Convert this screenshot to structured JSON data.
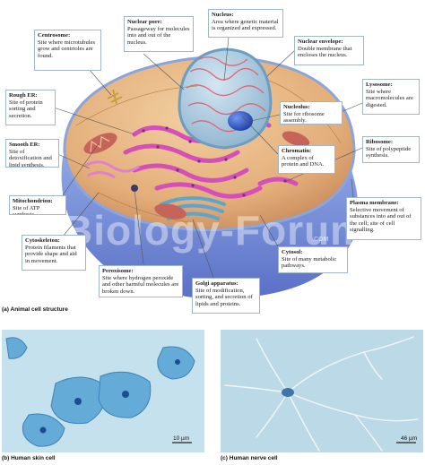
{
  "labels": {
    "centrosome": {
      "title": "Centrosome:",
      "text": "Site where microtubules grow and centrioles are found."
    },
    "nuclear_pore": {
      "title": "Nuclear pore:",
      "text": "Passageway for molecules into and out of the nucleus."
    },
    "nucleus": {
      "title": "Nucleus:",
      "text": "Area where genetic material is organized and expressed."
    },
    "nuclear_envelope": {
      "title": "Nuclear envelope:",
      "text": "Double membrane that encloses the nucleus."
    },
    "rough_er": {
      "title": "Rough ER:",
      "text": "Site of protein sorting and secretion."
    },
    "lysosome": {
      "title": "Lysosome:",
      "text": "Site where macromolecules are digested."
    },
    "nucleolus": {
      "title": "Nucleolus:",
      "text": "Site for ribosome assembly."
    },
    "smooth_er": {
      "title": "Smooth ER:",
      "text": "Site of detoxification and lipid synthesis."
    },
    "chromatin": {
      "title": "Chromatin:",
      "text": "A complex of protein and DNA."
    },
    "ribosome": {
      "title": "Ribosome:",
      "text": "Site of polypeptide synthesis."
    },
    "mitochondrion": {
      "title": "Mitochondrion:",
      "text": "Site of ATP synthesis."
    },
    "plasma_membrane": {
      "title": "Plasma membrane:",
      "text": "Selective movement of substances into and out of the cell; site of cell signalling."
    },
    "cytoskeleton": {
      "title": "Cytoskeleton:",
      "text": "Protein filaments that provide shape and aid in movement."
    },
    "cytosol": {
      "title": "Cytosol:",
      "text": "Site of many metabolic pathways."
    },
    "peroxisome": {
      "title": "Peroxisome:",
      "text": "Site where hydrogen peroxide and other harmful molecules are broken down."
    },
    "golgi": {
      "title": "Golgi apparatus:",
      "text": "Site of modification, sorting, and secretion of lipids and proteins."
    }
  },
  "captions": {
    "a": "(a) Animal cell structure",
    "b": "(b) Human skin cell",
    "c": "(c) Human nerve cell"
  },
  "scale_bars": {
    "skin": "10 µm",
    "nerve": "46 µm"
  },
  "watermark": {
    "main": "Biology-Forums",
    "sub": ".COM"
  },
  "colors": {
    "cytoplasm": "#e8b887",
    "membrane": "#7b9ed6",
    "er": "#d44fb7",
    "nucleus": "#a8c8e0",
    "nucleolus": "#2f5bd1",
    "golgi": "#59a7cf",
    "stain_bg": "#bfdcec",
    "stain_cell": "#4f9fd1",
    "nerve_bg": "#b9d8e6",
    "label_border": "#9fb7c9"
  }
}
